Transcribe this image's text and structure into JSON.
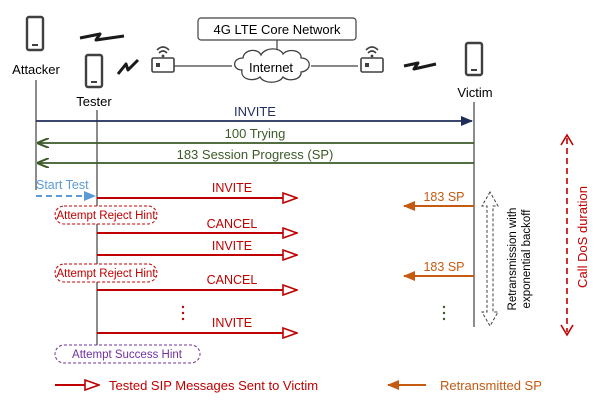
{
  "diagram": {
    "network": {
      "core_label": "4G LTE Core Network",
      "internet_label": "Internet"
    },
    "actors": {
      "attacker": "Attacker",
      "tester": "Tester",
      "victim": "Victim"
    },
    "messages": {
      "invite": "INVITE",
      "trying": "100 Trying",
      "session_progress": "183 Session Progress (SP)",
      "start_test": "Start Test",
      "cancel": "CANCEL",
      "sp_short": "183 SP"
    },
    "hints": {
      "reject": "Attempt Reject Hint",
      "success": "Attempt Success Hint"
    },
    "side_labels": {
      "retransmission_line1": "Retransmission with",
      "retransmission_line2": "exponential backoff",
      "dos_duration": "Call DoS duration"
    },
    "legend": {
      "tested": "Tested SIP Messages Sent to Victim",
      "retransmitted": "Retransmitted SP"
    },
    "colors": {
      "navy": "#1f2d5a",
      "green": "#3c5a28",
      "blue_dashed": "#5b9bd5",
      "red": "#c00000",
      "orange": "#c55a11",
      "purple": "#7030a0",
      "device": "#404040"
    }
  }
}
